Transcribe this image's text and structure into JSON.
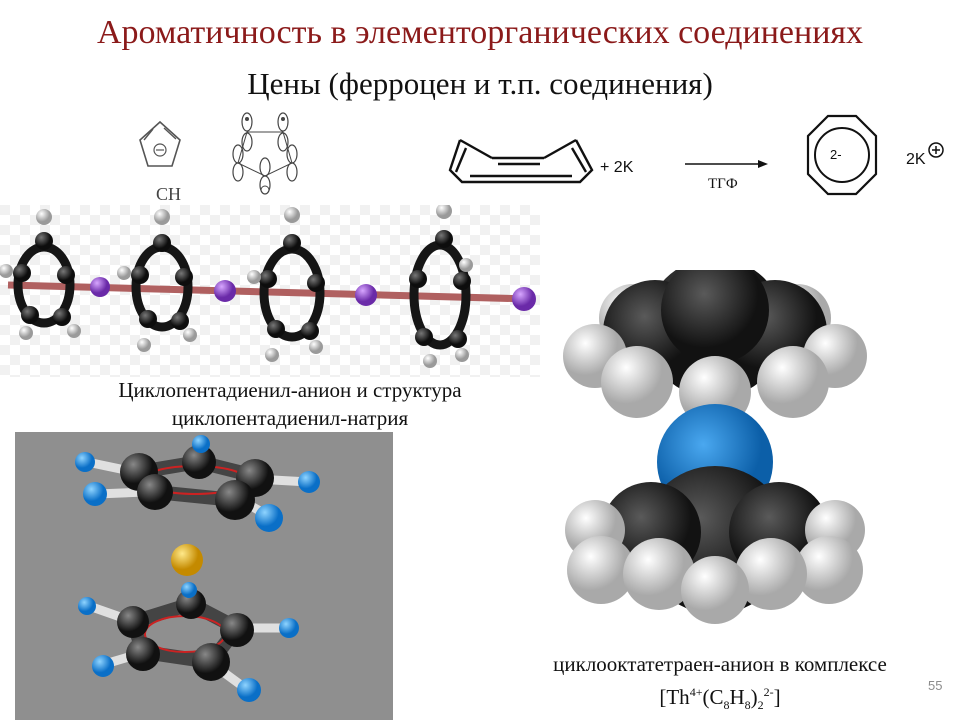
{
  "slide": {
    "title": "Ароматичность в элементорганических соединениях",
    "subtitle": "Цены (ферроцен и т.п. соединения)",
    "page_number": "55"
  },
  "scheme": {
    "cp_label": "CH",
    "reagent": "+ 2K",
    "solvent": "ТГФ",
    "charge": "2-",
    "counterion": "2K"
  },
  "captions": {
    "cp_sodium": "Циклопентадиенил-анион и структура циклопентадиенил-натрия",
    "cot_prefix": "циклооктатетраен-анион в комплексе [Th",
    "cot_th_charge": "4+",
    "cot_c": "(C",
    "cot_c_sub": "8",
    "cot_h": "H",
    "cot_h_sub": "8",
    "cot_close": ")",
    "cot_n_sub": "2",
    "cot_charge": "2-",
    "cot_end": "]"
  },
  "colors": {
    "title": "#8B1A1A",
    "sodium": "#9A4FD0",
    "thorium": "#1E7FD0",
    "iron": "#E8B51A",
    "hydrogen_blue": "#1E8FE8",
    "ring_red": "#CC2222"
  }
}
